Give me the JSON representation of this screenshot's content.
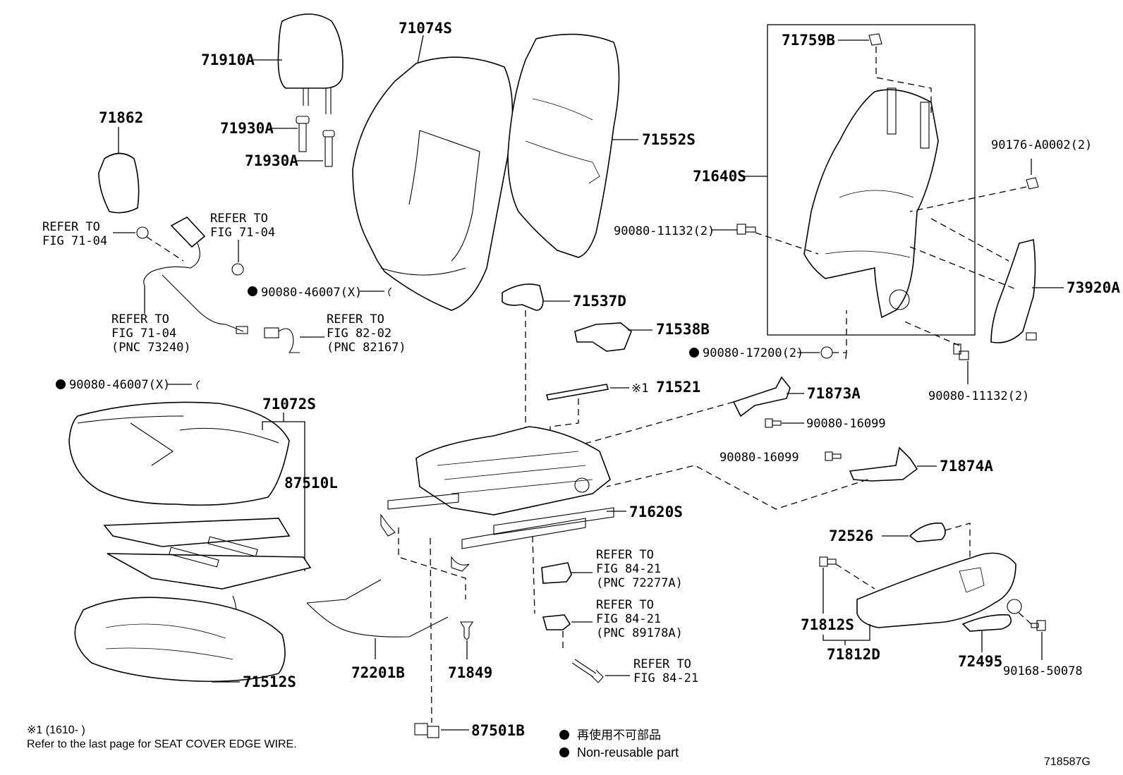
{
  "parts": {
    "p71074S": "71074S",
    "p71910A": "71910A",
    "p71862": "71862",
    "p71930A_1": "71930A",
    "p71930A_2": "71930A",
    "p71552S": "71552S",
    "p71759B": "71759B",
    "p71640S": "71640S",
    "p90176": "90176-A0002(2)",
    "p90080_11132_a": "90080-11132(2)",
    "p73920A": "73920A",
    "p90080_17200": "90080-17200(2)",
    "p90080_11132_b": "90080-11132(2)",
    "p90080_46007_a": "90080-46007(X)",
    "p90080_46007_b": "90080-46007(X)",
    "p71537D": "71537D",
    "p71538B": "71538B",
    "p71521": "71521",
    "p71521_mark": "※1",
    "p71873A": "71873A",
    "p90080_16099_a": "90080-16099",
    "p90080_16099_b": "90080-16099",
    "p71874A": "71874A",
    "p71072S": "71072S",
    "p87510L": "87510L",
    "p71620S": "71620S",
    "p72526": "72526",
    "p71812S": "71812S",
    "p71812D": "71812D",
    "p72495": "72495",
    "p90168": "90168-50078",
    "p72201B": "72201B",
    "p71849": "71849",
    "p71512S": "71512S",
    "p87501B": "87501B"
  },
  "refs": {
    "r1_l1": "REFER TO",
    "r1_l2": "FIG 71-04",
    "r2_l1": "REFER TO",
    "r2_l2": "FIG 71-04",
    "r3_l1": "REFER TO",
    "r3_l2": "FIG 71-04",
    "r3_l3": "(PNC 73240)",
    "r4_l1": "REFER TO",
    "r4_l2": "FIG 82-02",
    "r4_l3": "(PNC 82167)",
    "r5_l1": "REFER TO",
    "r5_l2": "FIG 84-21",
    "r5_l3": "(PNC 72277A)",
    "r6_l1": "REFER TO",
    "r6_l2": "FIG 84-21",
    "r6_l3": "(PNC 89178A)",
    "r7_l1": "REFER TO",
    "r7_l2": "FIG 84-21"
  },
  "notes": {
    "note1": "※1 (1610-        )",
    "note2": "Refer to the last page for SEAT COVER EDGE WIRE.",
    "legend_jp": "再使用不可部品",
    "legend_en": "Non-reusable part",
    "figure_id": "718587G"
  }
}
